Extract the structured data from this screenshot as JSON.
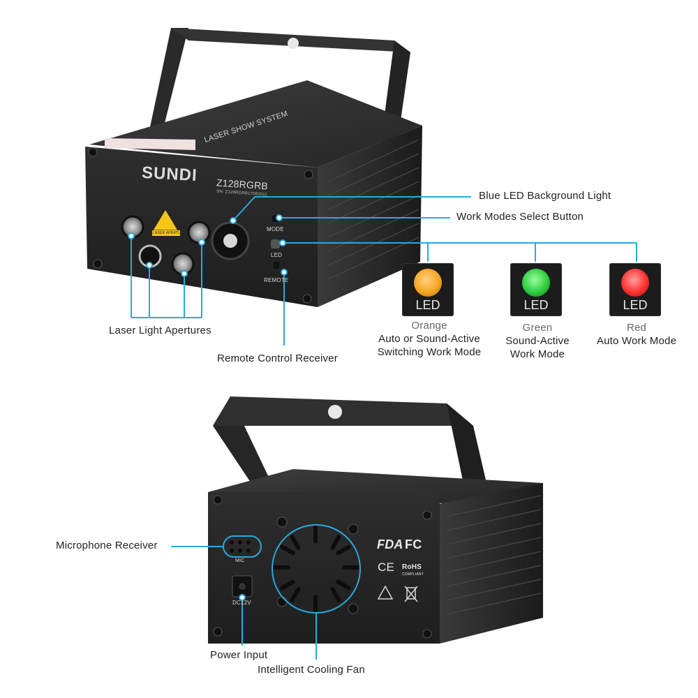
{
  "front_device": {
    "brand": "SUNDI",
    "model": "Z128RGRB",
    "serial_text": "SN: Z128RGRB17082011",
    "top_label": "LASER SHOW SYSTEM",
    "warning_label": "LASER APERTURE",
    "mode_label": "MODE",
    "led_label": "LED",
    "remote_label": "REMOTE"
  },
  "callouts": {
    "blue_led": "Blue LED Background Light",
    "work_modes": "Work Modes Select Button",
    "apertures": "Laser Light Apertures",
    "remote_receiver": "Remote Control Receiver",
    "microphone": "Microphone Receiver",
    "power_input": "Power Input",
    "cooling_fan": "Intelligent Cooling Fan"
  },
  "led_indicators": [
    {
      "chip": "LED",
      "color_name": "Orange",
      "desc_line1": "Auto or Sound-Active",
      "desc_line2": "Switching Work Mode",
      "color": "#f5a623"
    },
    {
      "chip": "LED",
      "color_name": "Green",
      "desc_line1": "Sound-Active",
      "desc_line2": "Work Mode",
      "color": "#2ecc40"
    },
    {
      "chip": "LED",
      "color_name": "Red",
      "desc_line1": "Auto Work Mode",
      "desc_line2": "",
      "color": "#ff3030"
    }
  ],
  "rear_device": {
    "mic_label": "MIC",
    "dc_label": "DC12V",
    "fda_mark": "FDA",
    "fc_mark": "FC",
    "ce_mark": "CE",
    "rohs_mark": "RoHS",
    "rohs_sub": "COMPLIANT"
  },
  "colors": {
    "callout_line": "#29a9e0",
    "device_body": "#2b2b2b",
    "device_panel": "#1f1f1f"
  }
}
